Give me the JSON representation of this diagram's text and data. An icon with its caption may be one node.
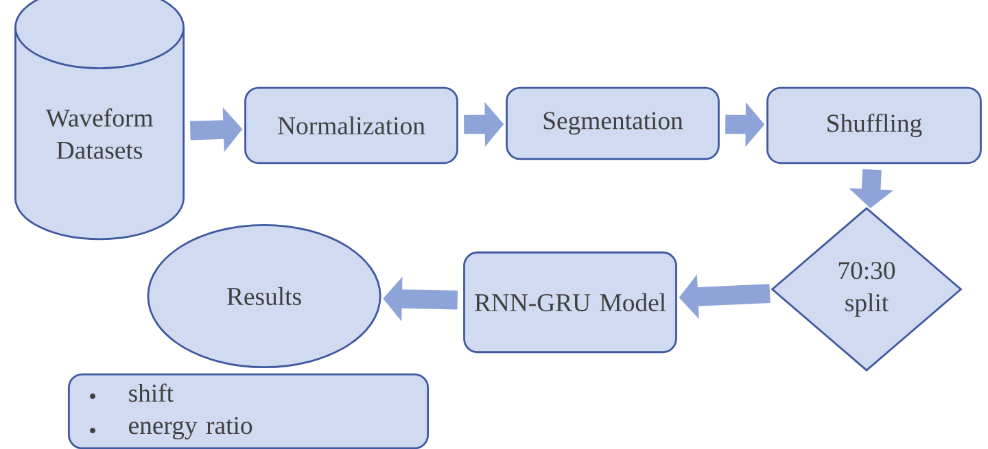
{
  "diagram": {
    "nodes": [
      {
        "text": [
          "Waveform Datasets"
        ]
      },
      {
        "text": [
          "Normalization"
        ]
      },
      {
        "text": [
          "Segmentation"
        ]
      },
      {
        "text": [
          "Shuffling"
        ]
      },
      {
        "text": [
          "70:30 split"
        ]
      },
      {
        "text": [
          "RNN-GRU Model"
        ]
      },
      {
        "text": [
          "Results"
        ]
      },
      {
        "text": [
          "shift",
          "energy ratio"
        ]
      }
    ],
    "edges": [
      {
        "from": 0,
        "to": 1,
        "arrow": "to"
      },
      {
        "from": 1,
        "to": 2,
        "arrow": "to"
      },
      {
        "from": 2,
        "to": 3,
        "arrow": "to"
      },
      {
        "from": 3,
        "to": 4,
        "arrow": "to"
      },
      {
        "from": 4,
        "to": 5,
        "arrow": "to"
      },
      {
        "from": 5,
        "to": 6,
        "arrow": "to"
      }
    ]
  }
}
